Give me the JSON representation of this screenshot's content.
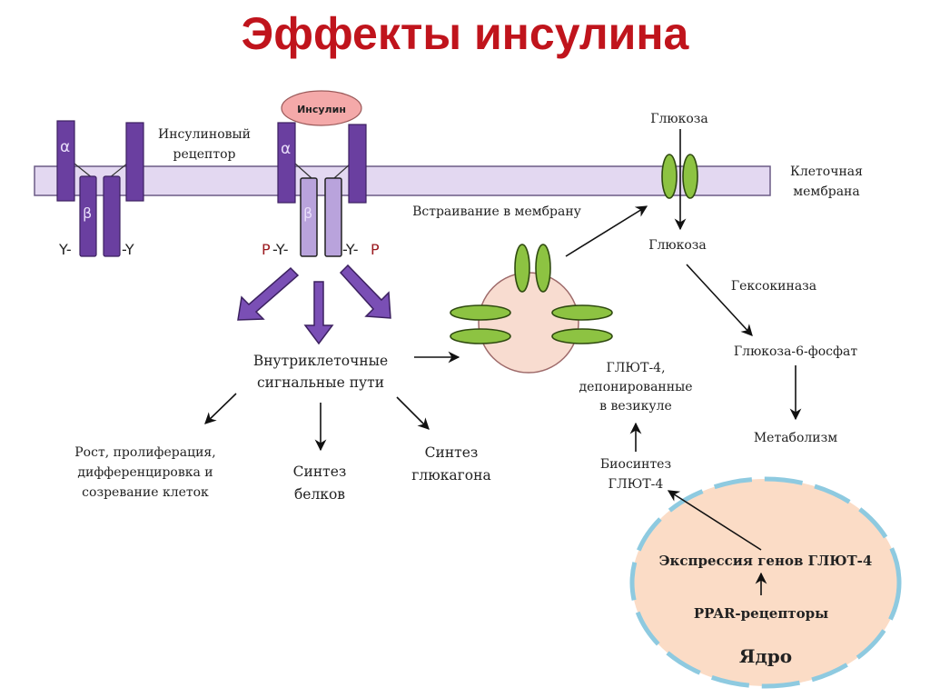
{
  "title": "Эффекты инсулина",
  "colors": {
    "title": "#c0141c",
    "receptor": "#6a3fa0",
    "receptor_light": "#b9a3dc",
    "membrane": "#e3d8f1",
    "glut": "#8dc342",
    "vesicle": "#f8dcd0",
    "nucleus": "#fbdcc6",
    "nucleus_border": "#8ecae0",
    "phosphate": "#9b1b20"
  },
  "receptor_inactive": {
    "alpha": "α",
    "beta": "β",
    "y_left": "Y-",
    "y_right": "-Y"
  },
  "receptor_label": [
    "Инсулиновый",
    "рецептор"
  ],
  "receptor_active": {
    "insulin": "Инсулин",
    "alpha": "α",
    "beta": "β",
    "p_left": "P",
    "y_left": "-Y-",
    "y_right": "-Y-",
    "p_right": "P"
  },
  "membrane_label": [
    "Клеточная",
    "мембрана"
  ],
  "glucose_outside": "Глюкоза",
  "glucose_inside": "Глюкоза",
  "insertion_label": "Встраивание в мембрану",
  "hexokinase": "Гексокиназа",
  "glucose6p": "Глюкоза-6-фосфат",
  "metabolism": "Метаболизм",
  "signaling": [
    "Внутриклеточные",
    "сигнальные пути"
  ],
  "effects": {
    "growth": [
      "Рост, пролиферация,",
      "дифференцировка и",
      "созревание клеток"
    ],
    "protein": [
      "Синтез",
      "белков"
    ],
    "glucagon": [
      "Синтез",
      "глюкагона"
    ]
  },
  "glut_vesicle": [
    "ГЛЮТ-4,",
    "депонированные",
    "в везикуле"
  ],
  "glut_biosynthesis": [
    "Биосинтез",
    "ГЛЮТ-4"
  ],
  "nucleus": {
    "expression": "Экспрессия генов ГЛЮТ-4",
    "ppar": "PPAR-рецепторы",
    "label": "Ядро"
  }
}
